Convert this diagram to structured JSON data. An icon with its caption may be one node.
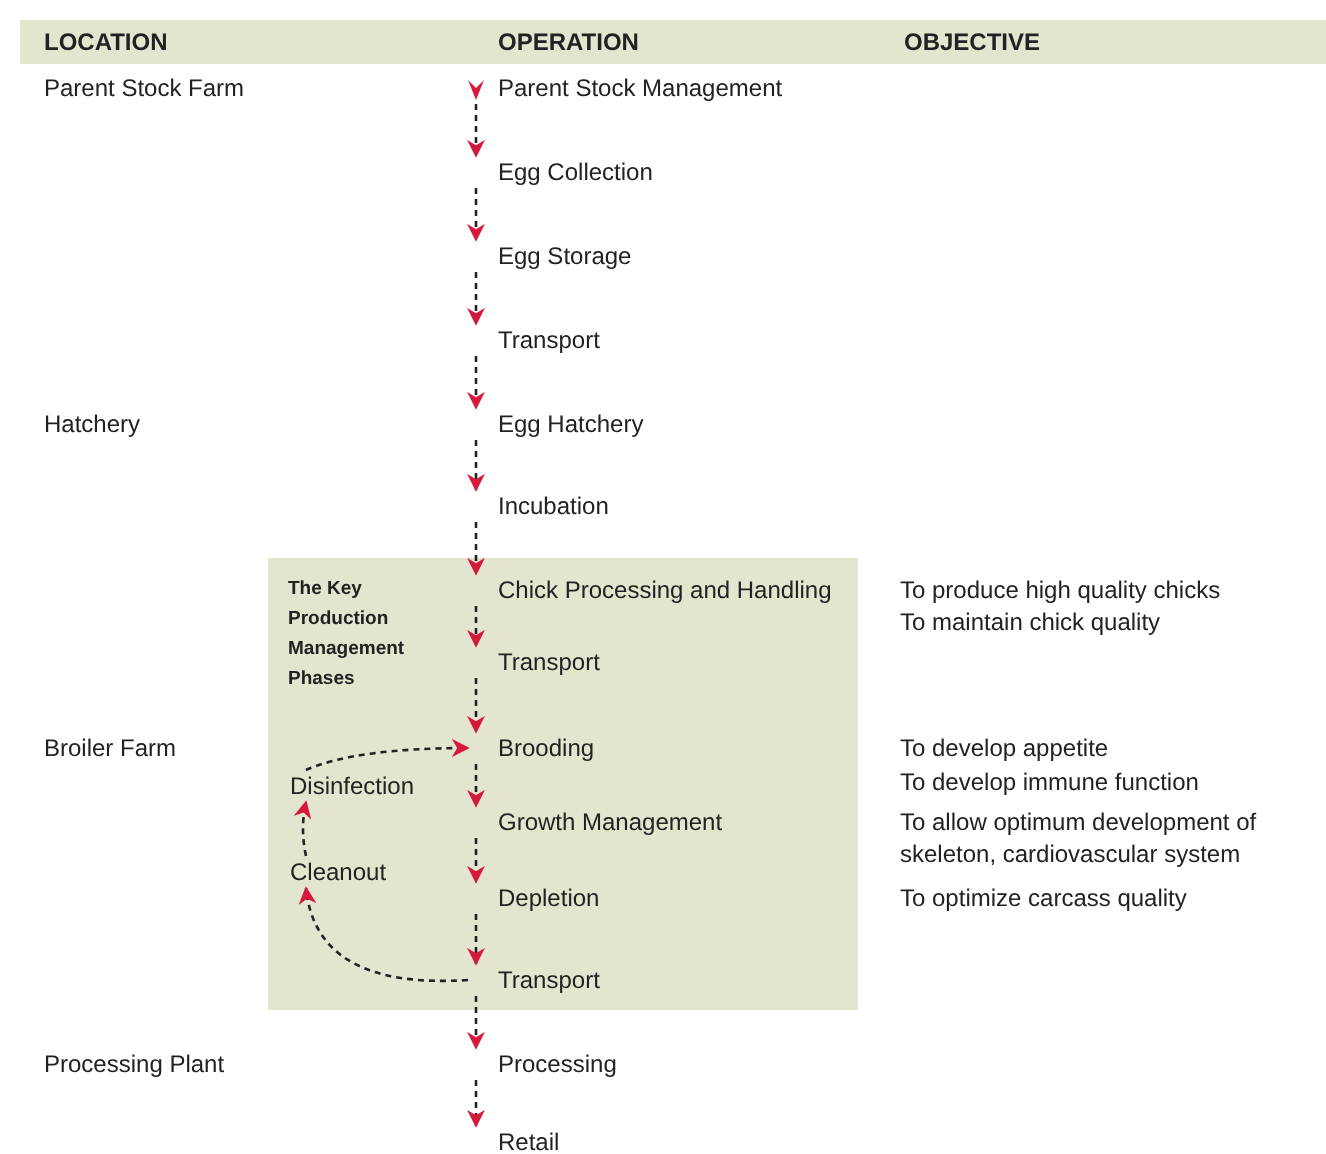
{
  "diagram": {
    "nodes": [
      {
        "text": [
          "Parent Stock Management"
        ]
      },
      {
        "text": [
          "Egg Collection"
        ]
      },
      {
        "text": [
          "Egg Storage"
        ]
      },
      {
        "text": [
          "Transport"
        ]
      },
      {
        "text": [
          "Egg Hatchery"
        ]
      },
      {
        "text": [
          "Incubation"
        ]
      },
      {
        "text": [
          "The Key Production Management Phases"
        ]
      },
      {
        "text": [
          "Chick Processing and Handling"
        ],
        "in": 6
      },
      {
        "text": [
          "Transport"
        ],
        "in": 6
      },
      {
        "text": [
          "Brooding"
        ],
        "in": 6
      },
      {
        "text": [
          "Disinfection"
        ],
        "in": 6
      },
      {
        "text": [
          "Growth Management"
        ],
        "in": 6
      },
      {
        "text": [
          "Cleanout"
        ],
        "in": 6
      },
      {
        "text": [
          "Depletion"
        ],
        "in": 6
      },
      {
        "text": [
          "Transport"
        ],
        "in": 6
      },
      {
        "text": [
          "Processing"
        ]
      },
      {
        "text": [
          "Retail"
        ]
      }
    ],
    "edges": [
      {
        "from": 0,
        "to": 1,
        "arrow": "to",
        "style": "dashed"
      },
      {
        "from": 1,
        "to": 2,
        "arrow": "to",
        "style": "dashed"
      },
      {
        "from": 2,
        "to": 3,
        "arrow": "to",
        "style": "dashed"
      },
      {
        "from": 3,
        "to": 4,
        "arrow": "to",
        "style": "dashed"
      },
      {
        "from": 4,
        "to": 5,
        "arrow": "to",
        "style": "dashed"
      },
      {
        "from": 5,
        "to": 7,
        "arrow": "to",
        "style": "dashed"
      },
      {
        "from": 7,
        "to": 8,
        "arrow": "to",
        "style": "dashed"
      },
      {
        "from": 8,
        "to": 9,
        "arrow": "to",
        "style": "dashed"
      },
      {
        "from": 9,
        "to": 11,
        "arrow": "to",
        "style": "dashed"
      },
      {
        "from": 11,
        "to": 13,
        "arrow": "to",
        "style": "dashed"
      },
      {
        "from": 13,
        "to": 14,
        "arrow": "to",
        "style": "dashed"
      },
      {
        "from": 14,
        "to": 15,
        "arrow": "to",
        "style": "dashed"
      },
      {
        "from": 15,
        "to": 16,
        "arrow": "to",
        "style": "dashed"
      },
      {
        "from": 14,
        "to": 12,
        "arrow": "to",
        "style": "dashed"
      },
      {
        "from": 12,
        "to": 10,
        "arrow": "to",
        "style": "dashed"
      },
      {
        "from": 10,
        "to": 9,
        "arrow": "to",
        "style": "dashed"
      }
    ],
    "labels": [
      "LOCATION",
      "OPERATION",
      "OBJECTIVE",
      "Parent Stock Farm",
      "Hatchery",
      "To produce high quality chicks",
      "To maintain chick quality",
      "Broiler Farm",
      "To develop appetite",
      "To develop immune function",
      "To allow optimum development of skeleton, cardiovascular system",
      "To optimize carcass quality",
      "Processing Plant"
    ]
  }
}
